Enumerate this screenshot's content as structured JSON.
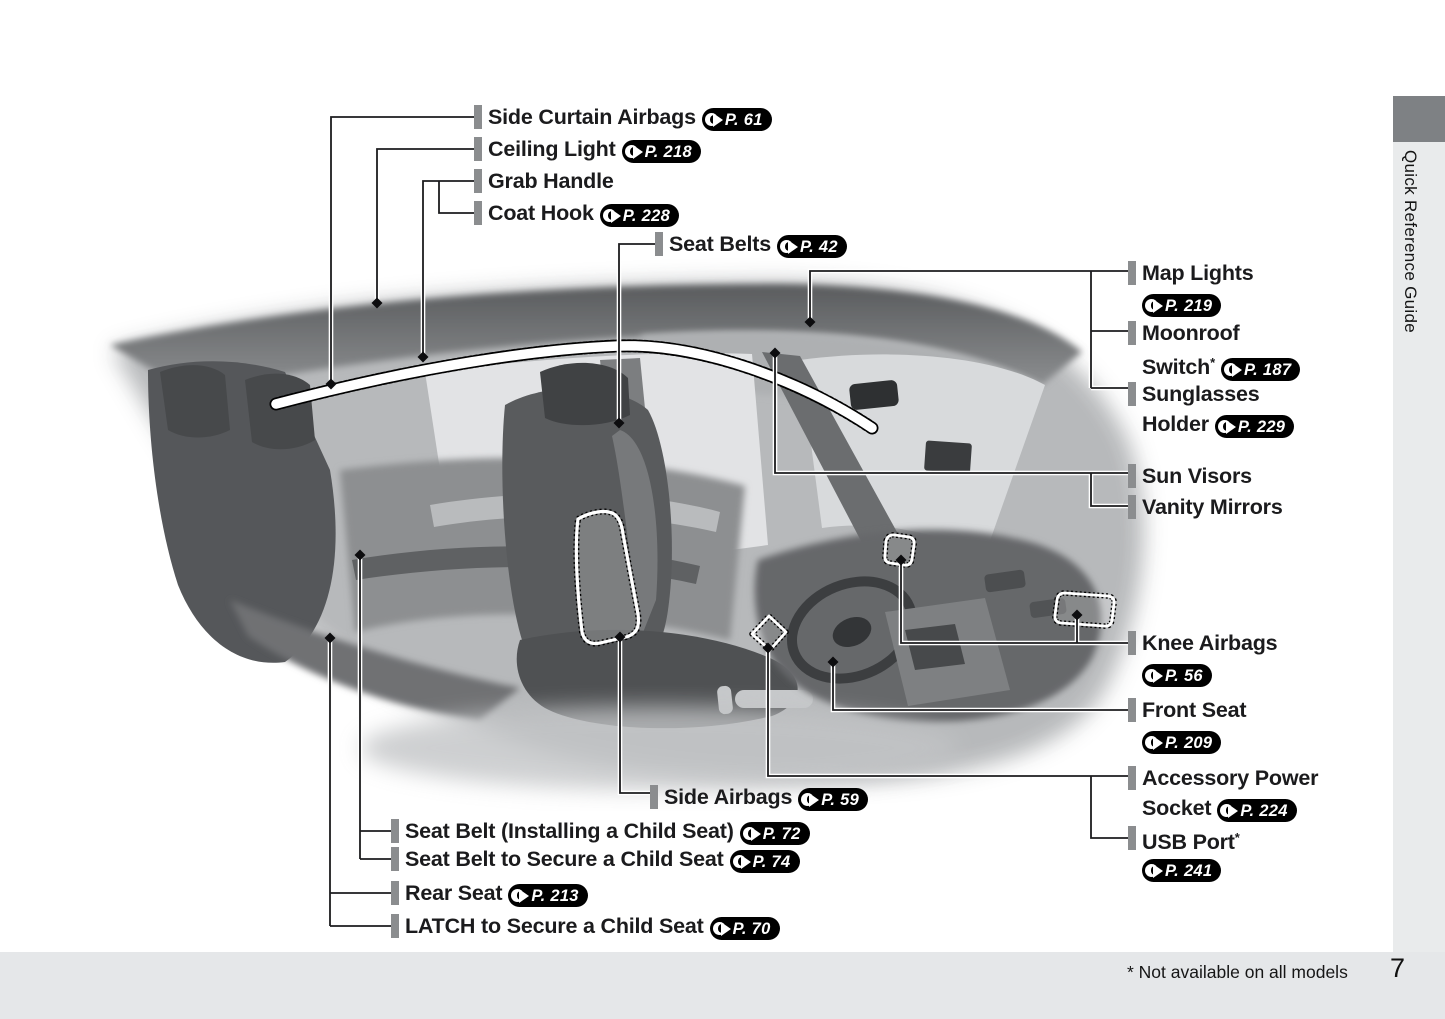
{
  "sidebar": {
    "title": "Quick Reference Guide"
  },
  "footer": {
    "note": "* Not available on all models",
    "page_number": "7"
  },
  "colors": {
    "badge_bg": "#000000",
    "badge_text": "#ffffff",
    "tick_gray": "#8b8d8f",
    "sidebar_gray": "#e9ebec",
    "sidebar_tab_gray": "#7e8184",
    "footer_gray": "#e5e7e9",
    "leader_line": "#1c1c1e"
  },
  "callouts": {
    "side_curtain_airbags": {
      "text": "Side Curtain Airbags",
      "page": "P. 61"
    },
    "ceiling_light": {
      "text": "Ceiling Light",
      "page": "P. 218"
    },
    "grab_handle": {
      "text": "Grab Handle"
    },
    "coat_hook": {
      "text": "Coat Hook",
      "page": "P. 228"
    },
    "seat_belts": {
      "text": "Seat Belts",
      "page": "P. 42"
    },
    "map_lights": {
      "line1": "Map Lights",
      "page": "P. 219"
    },
    "moonroof_switch": {
      "line1": "Moonroof",
      "line2": "Switch",
      "star": "*",
      "page": "P. 187"
    },
    "sunglasses_holder": {
      "line1": "Sunglasses",
      "line2": "Holder",
      "page": "P. 229"
    },
    "sun_visors": {
      "text": "Sun Visors"
    },
    "vanity_mirrors": {
      "text": "Vanity Mirrors"
    },
    "knee_airbags": {
      "line1": "Knee Airbags",
      "page": "P. 56"
    },
    "front_seat": {
      "line1": "Front Seat",
      "page": "P. 209"
    },
    "accessory_power_socket": {
      "line1": "Accessory Power",
      "line2": "Socket",
      "page": "P. 224"
    },
    "usb_port": {
      "line1": "USB Port",
      "star": "*",
      "page": "P. 241"
    },
    "side_airbags": {
      "text": "Side Airbags",
      "page": "P. 59"
    },
    "seat_belt_installing_child_seat": {
      "text": "Seat Belt (Installing a Child Seat)",
      "page": "P. 72"
    },
    "seat_belt_secure_child_seat": {
      "text": "Seat Belt to Secure a Child Seat",
      "page": "P. 74"
    },
    "rear_seat": {
      "text": "Rear Seat",
      "page": "P. 213"
    },
    "latch_child_seat": {
      "text": "LATCH to Secure a Child Seat",
      "page": "P. 70"
    }
  }
}
